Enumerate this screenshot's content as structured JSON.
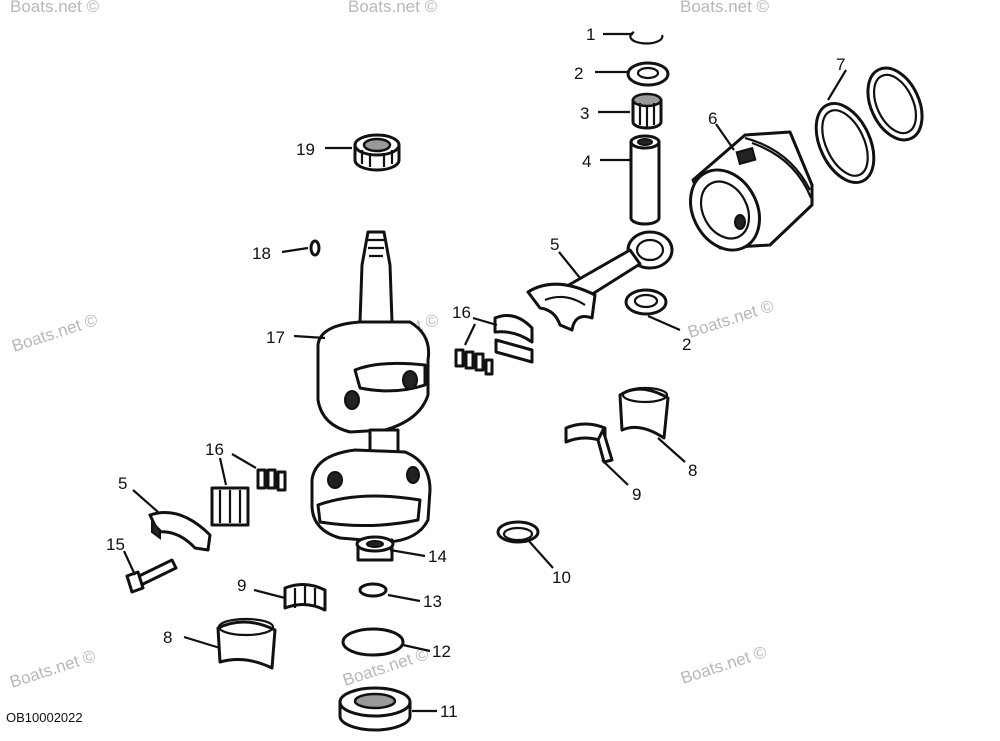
{
  "diagram": {
    "doc_code": "OB10002022",
    "watermark": "Boats.net ©",
    "colors": {
      "ink": "#111111",
      "watermark": "#b8b8b8",
      "background": "#ffffff"
    },
    "callouts": {
      "c1": "1",
      "c2a": "2",
      "c2b": "2",
      "c3": "3",
      "c4": "4",
      "c5a": "5",
      "c5b": "5",
      "c6": "6",
      "c7": "7",
      "c8a": "8",
      "c8b": "8",
      "c9a": "9",
      "c9b": "9",
      "c10": "10",
      "c11": "11",
      "c12": "12",
      "c13": "13",
      "c14": "14",
      "c15": "15",
      "c16a": "16",
      "c16b": "16",
      "c17": "17",
      "c18": "18",
      "c19": "19"
    }
  }
}
